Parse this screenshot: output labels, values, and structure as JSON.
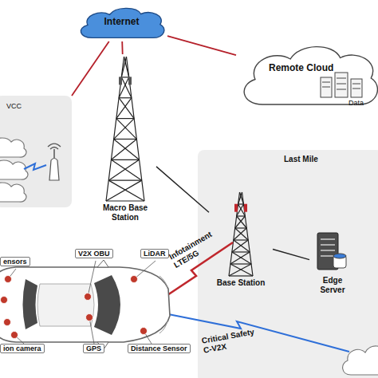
{
  "diagram": {
    "nodes": [
      {
        "text": [
          "Internet"
        ]
      },
      {
        "text": [
          "Remote Cloud"
        ]
      },
      {
        "text": [
          "VCC"
        ]
      },
      {
        "text": [
          "Macro Base Station"
        ]
      },
      {
        "text": [
          "Last Mile"
        ]
      },
      {
        "text": [
          "Base Station"
        ],
        "in": 4
      },
      {
        "text": [
          "Edge Server"
        ],
        "in": 4
      }
    ],
    "edges": [
      {
        "from": 0,
        "to": 1,
        "arrow": "none"
      },
      {
        "from": 0,
        "to": 2,
        "arrow": "none"
      },
      {
        "from": 0,
        "to": 3,
        "arrow": "none"
      },
      {
        "from": 3,
        "to": 5,
        "arrow": "none"
      },
      {
        "from": 5,
        "to": 6,
        "arrow": "none"
      }
    ],
    "labels": [
      "ensors",
      "V2X OBU",
      "LiDAR",
      "ion camera",
      "GPS",
      "Distance Sensor",
      "Infotainment LTE/5G",
      "Critical Safety C-V2X",
      "Data"
    ]
  }
}
